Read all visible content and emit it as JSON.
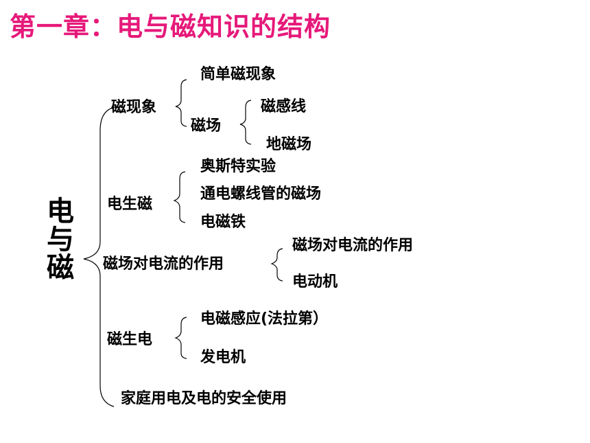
{
  "title": "第一章：电与磁知识的结构",
  "colors": {
    "title": "#e6197a",
    "text": "#000000"
  },
  "root": [
    "电",
    "与",
    "磁"
  ],
  "branches": {
    "magnetism": {
      "label": "磁现象",
      "simple": "简单磁现象",
      "field": {
        "label": "磁场",
        "lines": "磁感线",
        "earth": "地磁场"
      }
    },
    "electromagnetism": {
      "label": "电生磁",
      "items": [
        "奥斯特实验",
        "通电螺线管的磁场",
        "电磁铁"
      ]
    },
    "force": {
      "label": "磁场对电流的作用",
      "items": [
        "磁场对电流的作用",
        "电动机"
      ]
    },
    "induction": {
      "label": "磁生电",
      "items": [
        "电磁感应(法拉第）",
        "发电机"
      ]
    },
    "household": {
      "label": "家庭用电及电的安全使用"
    }
  }
}
